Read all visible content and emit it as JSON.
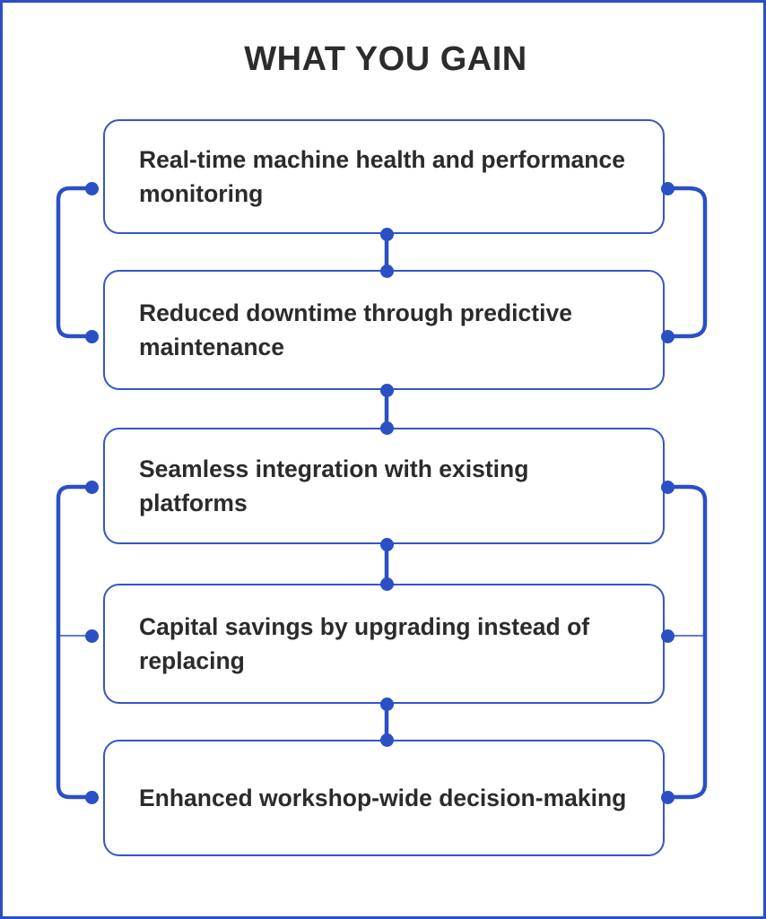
{
  "page": {
    "title": "WHAT YOU GAIN",
    "border_color": "#2B4FC4",
    "background_color": "#FFFFFF",
    "title_color": "#2C2C2C"
  },
  "diagram": {
    "type": "bracket-list",
    "accent_color": "#3356C8",
    "node_text_color": "#2B2B2B",
    "connector_color": "#2B4FC4",
    "nodes": [
      {
        "id": "node-1",
        "label": "Real-time machine health and performance monitoring",
        "group": "upper"
      },
      {
        "id": "node-2",
        "label": "Reduced downtime through predictive maintenance",
        "group": "upper"
      },
      {
        "id": "node-3",
        "label": "Seamless integration with existing platforms",
        "group": "lower"
      },
      {
        "id": "node-4",
        "label": "Capital savings by upgrading instead of replacing",
        "group": "lower"
      },
      {
        "id": "node-5",
        "label": "Enhanced workshop-wide decision-making",
        "group": "lower"
      }
    ]
  }
}
